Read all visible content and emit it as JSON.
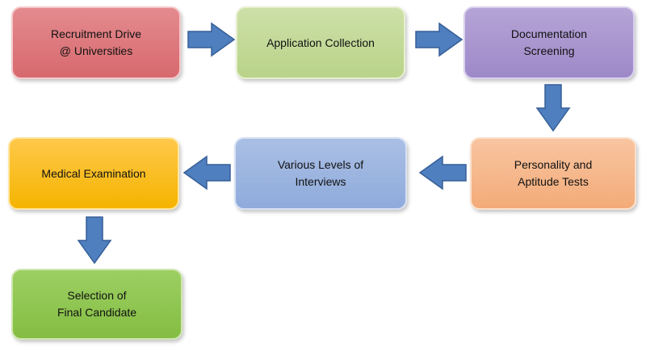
{
  "steps": [
    {
      "label": "Recruitment Drive\n@ Universities"
    },
    {
      "label": "Application Collection"
    },
    {
      "label": "Documentation\nScreening"
    },
    {
      "label": "Personality and\nAptitude Tests"
    },
    {
      "label": "Various Levels of\nInterviews"
    },
    {
      "label": "Medical Examination"
    },
    {
      "label": "Selection of\nFinal Candidate"
    }
  ],
  "colors": {
    "arrow_fill": "#4f7fbf",
    "arrow_stroke": "#365f97"
  }
}
